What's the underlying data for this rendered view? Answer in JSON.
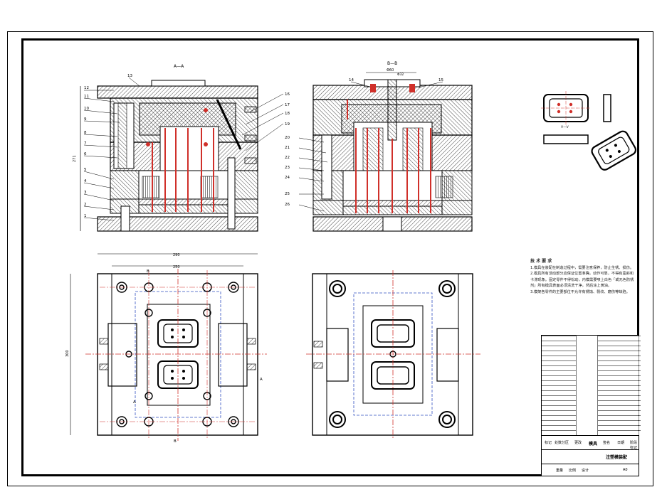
{
  "drawing": {
    "section_aa_label": "A—A",
    "section_bb_label": "B—B",
    "view_vv_label": "V—V",
    "dim_top_width": "290",
    "dim_top_inner": "250",
    "dim_left_height": "300",
    "dim_side_height": "271",
    "dim_bb_top": "Φ60",
    "dim_bb_small": "Φ32",
    "section_letters": {
      "a": "A",
      "b": "B"
    },
    "left_part_numbers": [
      "12",
      "11",
      "10",
      "9",
      "8",
      "7",
      "6",
      "5",
      "4",
      "3",
      "2",
      "1"
    ],
    "top_part_numbers": [
      "13",
      "14",
      "15"
    ],
    "right_part_numbers": [
      "16",
      "17",
      "18",
      "19",
      "20",
      "21",
      "22",
      "23",
      "24",
      "25",
      "26"
    ]
  },
  "tech_requirements": {
    "title": "技 术 要 求",
    "lines": [
      "1.模具在装配在制造过程中，需要注意保养，防止生锈、损伤。",
      "2.模具所有活动部分应保证位置准确，动作可靠，不得有歪斜和卡滞现象。固定零件不得松动，内模需要喷上白色「或无色防锈剂」所有模具表面必须清洗干净，然后涂上黄油。",
      "3.模架各零件的主要部位不允许有锈蚀、裂纹、磨伤等缺陷。"
    ]
  },
  "title_block": {
    "labels": [
      "标记",
      "处数分区",
      "更改",
      "签名",
      "日期",
      "阶段标记",
      "重量",
      "比例"
    ],
    "design_title": "模具",
    "drawing_name": "注塑模装配",
    "sheet_size": "A0",
    "company": "设计"
  },
  "colors": {
    "line": "#000000",
    "center": "#d0302a",
    "dim": "#3050c0",
    "hatch": "#000000"
  }
}
